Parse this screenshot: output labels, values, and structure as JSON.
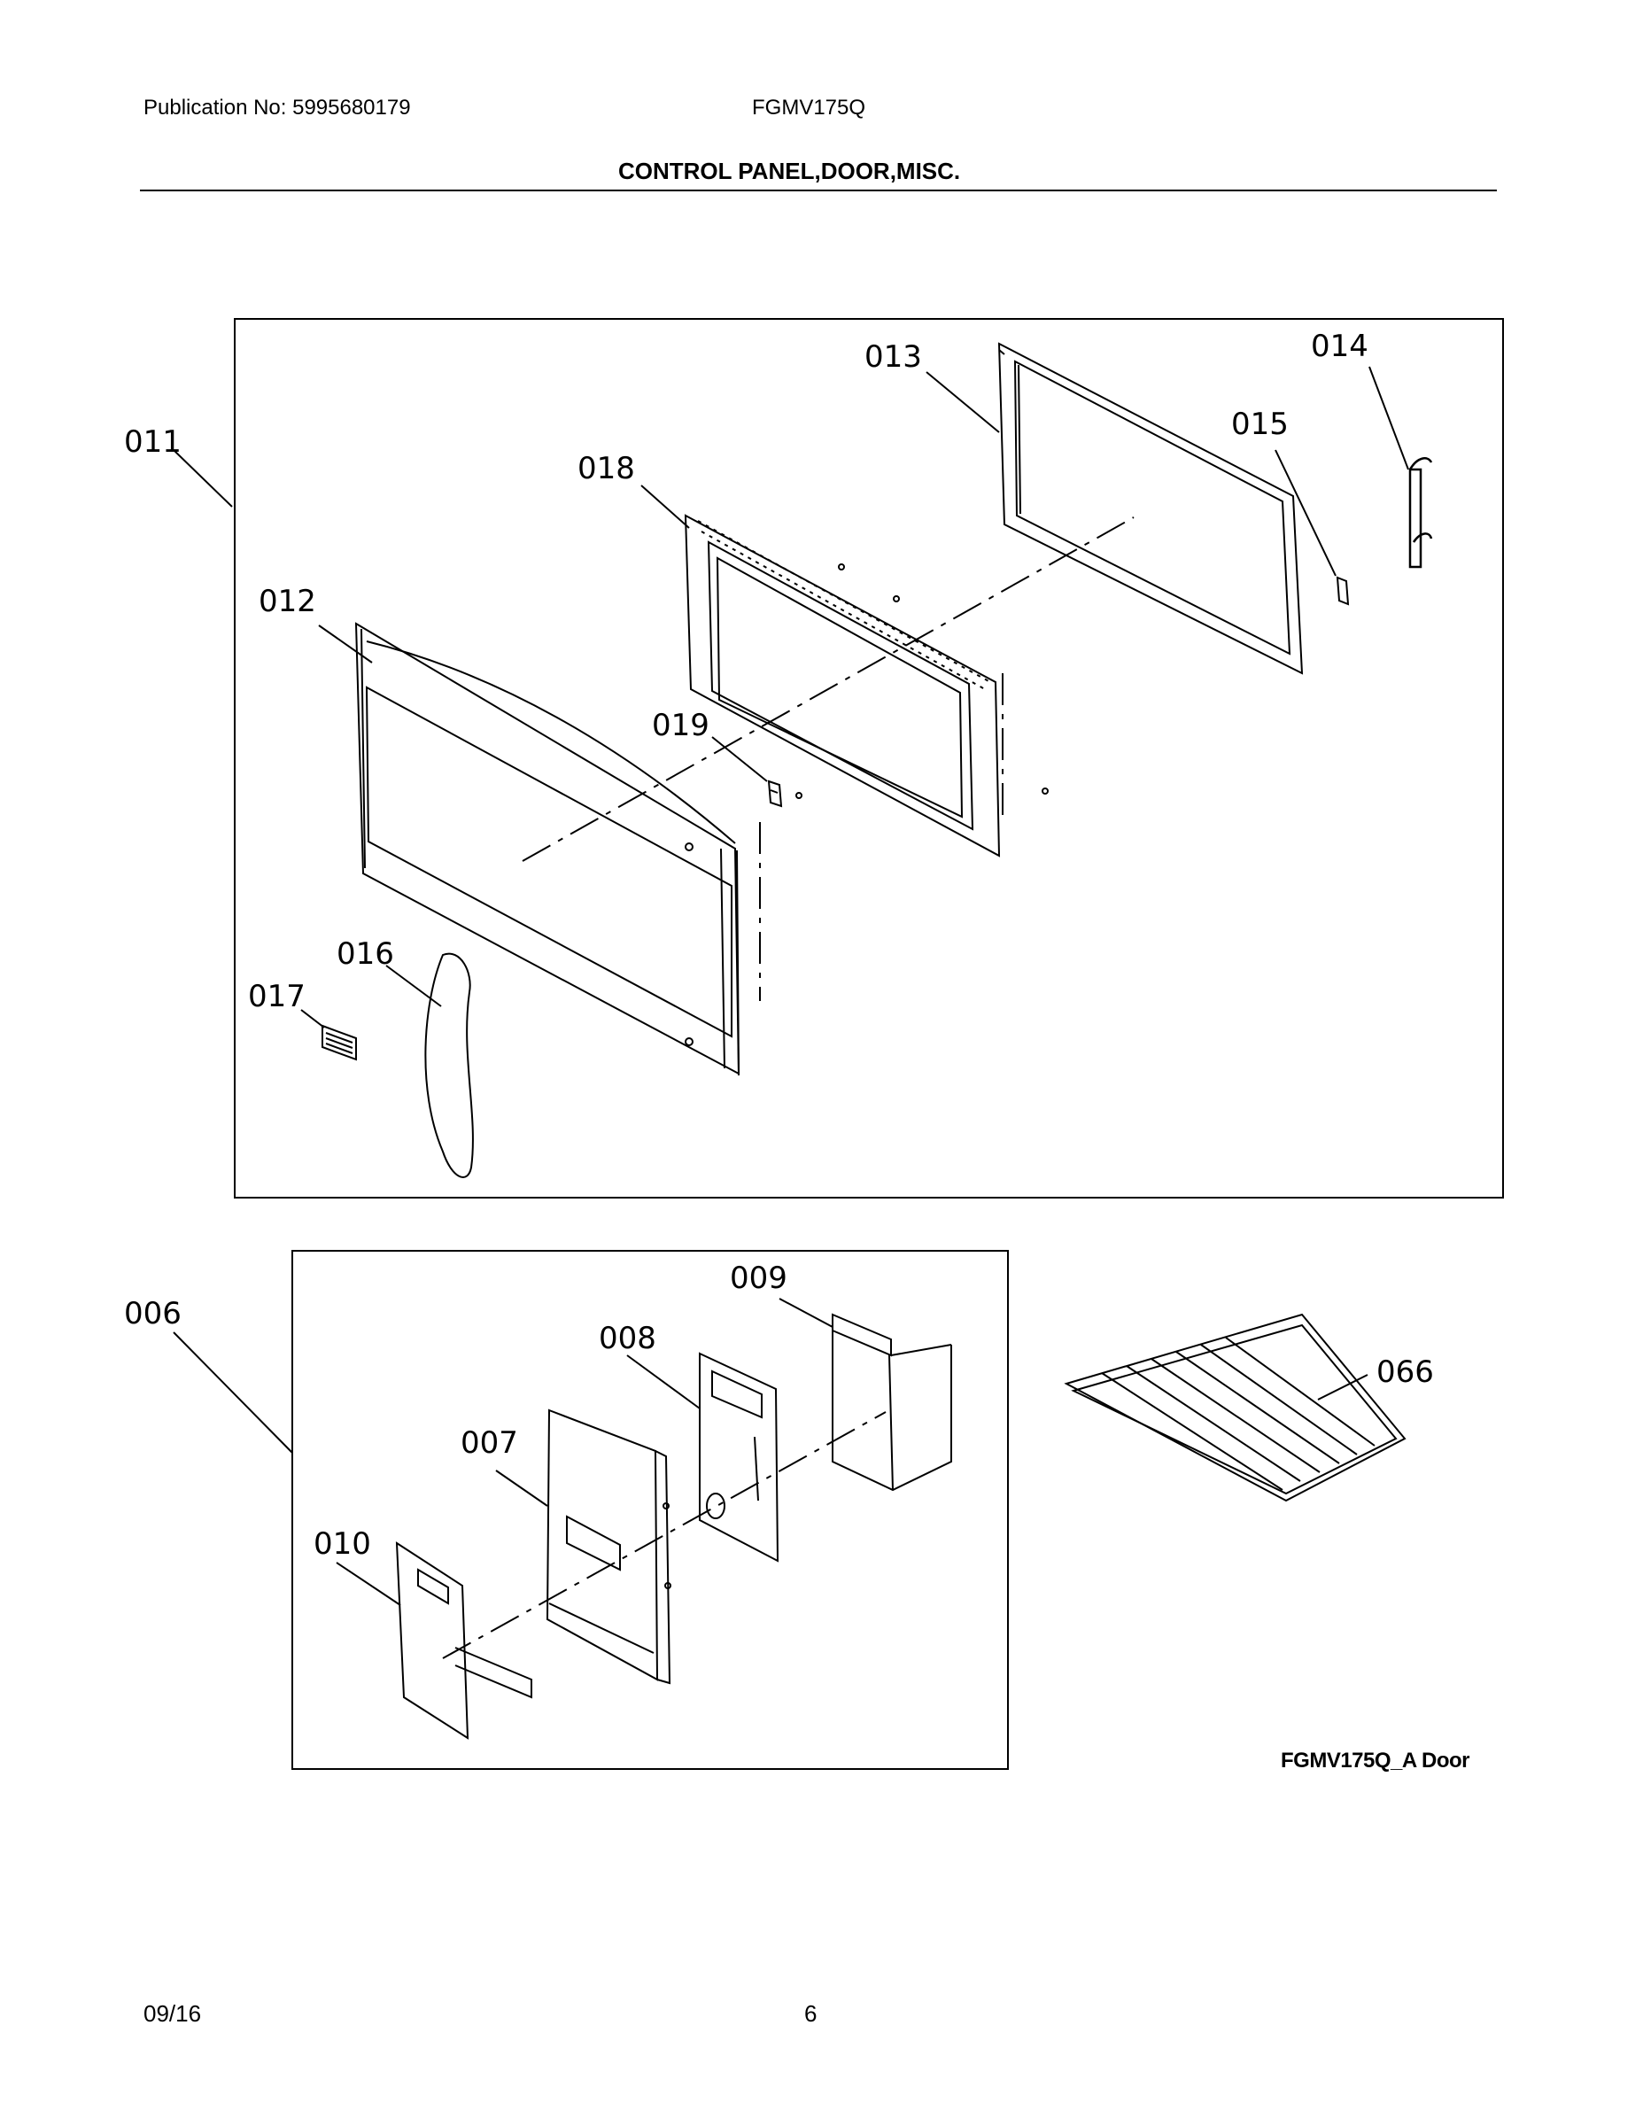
{
  "header": {
    "publication": "Publication No: 5995680179",
    "model": "FGMV175Q",
    "title": "CONTROL PANEL,DOOR,MISC."
  },
  "callouts": {
    "c011": "011",
    "c012": "012",
    "c013": "013",
    "c014": "014",
    "c015": "015",
    "c016": "016",
    "c017": "017",
    "c018": "018",
    "c019": "019",
    "c006": "006",
    "c007": "007",
    "c008": "008",
    "c009": "009",
    "c010": "010",
    "c066": "066"
  },
  "caption": "FGMV175Q_A Door",
  "footer": {
    "date": "09/16",
    "page": "6"
  }
}
